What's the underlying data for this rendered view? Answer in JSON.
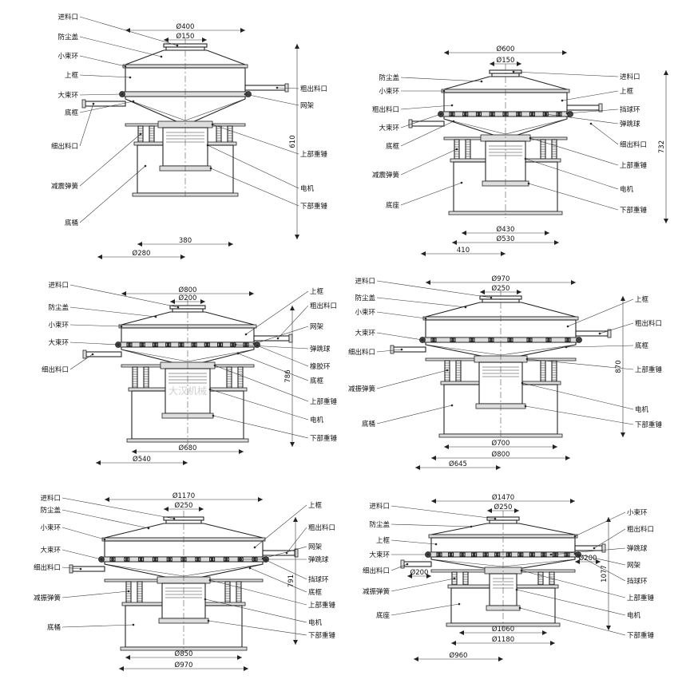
{
  "diagrams": [
    {
      "id": "d1",
      "dims": {
        "top": "Ø400",
        "inlet": "Ø150",
        "height": "610",
        "base": "380",
        "outer": "Ø280"
      },
      "labels": [
        {
          "key": "inlet",
          "text": "进料口"
        },
        {
          "key": "cover",
          "text": "防尘盖"
        },
        {
          "key": "small_ring",
          "text": "小束环"
        },
        {
          "key": "upper_frame",
          "text": "上框"
        },
        {
          "key": "big_ring",
          "text": "大束环"
        },
        {
          "key": "bottom_frame",
          "text": "底框"
        },
        {
          "key": "fine_outlet",
          "text": "细出料口"
        },
        {
          "key": "spring",
          "text": "减震弹簧"
        },
        {
          "key": "base",
          "text": "底桶"
        },
        {
          "key": "coarse_outlet",
          "text": "粗出料口"
        },
        {
          "key": "screen_frame",
          "text": "网架"
        },
        {
          "key": "upper_weight",
          "text": "上部重锤"
        },
        {
          "key": "motor",
          "text": "电机"
        },
        {
          "key": "lower_weight",
          "text": "下部重锤"
        }
      ]
    },
    {
      "id": "d2",
      "dims": {
        "top": "Ø600",
        "inlet": "Ø150",
        "height": "732",
        "base_inner": "Ø430",
        "base_outer": "Ø530",
        "outer": "410"
      },
      "labels": [
        {
          "key": "cover",
          "text": "防尘盖"
        },
        {
          "key": "small_ring",
          "text": "小束环"
        },
        {
          "key": "coarse_outlet",
          "text": "粗出料口"
        },
        {
          "key": "big_ring",
          "text": "大束环"
        },
        {
          "key": "bottom_frame",
          "text": "底框"
        },
        {
          "key": "spring",
          "text": "减震弹簧"
        },
        {
          "key": "base",
          "text": "底座"
        },
        {
          "key": "inlet",
          "text": "进料口"
        },
        {
          "key": "upper_frame",
          "text": "上框"
        },
        {
          "key": "ball_ring",
          "text": "挡球环"
        },
        {
          "key": "bounce_ball",
          "text": "弹跳球"
        },
        {
          "key": "fine_outlet",
          "text": "细出料口"
        },
        {
          "key": "upper_weight",
          "text": "上部重锤"
        },
        {
          "key": "motor",
          "text": "电机"
        },
        {
          "key": "lower_weight",
          "text": "下部重锤"
        }
      ]
    },
    {
      "id": "d3",
      "dims": {
        "top": "Ø800",
        "inlet": "Ø200",
        "height": "786",
        "base": "Ø680",
        "outer": "Ø540"
      },
      "watermark": "大汉机械",
      "labels": [
        {
          "key": "inlet",
          "text": "进料口"
        },
        {
          "key": "cover",
          "text": "防尘盖"
        },
        {
          "key": "small_ring",
          "text": "小束环"
        },
        {
          "key": "big_ring",
          "text": "大束环"
        },
        {
          "key": "fine_outlet",
          "text": "细出料口"
        },
        {
          "key": "upper_frame",
          "text": "上框"
        },
        {
          "key": "coarse_outlet",
          "text": "粗出料口"
        },
        {
          "key": "screen_frame",
          "text": "网架"
        },
        {
          "key": "bounce_ball",
          "text": "弹跳球"
        },
        {
          "key": "rubber_ring",
          "text": "橡胶环"
        },
        {
          "key": "bottom_frame",
          "text": "底框"
        },
        {
          "key": "upper_weight",
          "text": "上部重锤"
        },
        {
          "key": "motor",
          "text": "电机"
        },
        {
          "key": "lower_weight",
          "text": "下部重锤"
        }
      ]
    },
    {
      "id": "d4",
      "dims": {
        "top": "Ø970",
        "inlet": "Ø250",
        "height": "870",
        "base_inner": "Ø700",
        "base_outer": "Ø800",
        "outer": "Ø645"
      },
      "labels": [
        {
          "key": "inlet",
          "text": "进料口"
        },
        {
          "key": "cover",
          "text": "防尘盖"
        },
        {
          "key": "small_ring",
          "text": "小束环"
        },
        {
          "key": "big_ring",
          "text": "大束环"
        },
        {
          "key": "fine_outlet",
          "text": "细出料口"
        },
        {
          "key": "spring",
          "text": "减振弹簧"
        },
        {
          "key": "base",
          "text": "底桶"
        },
        {
          "key": "upper_frame",
          "text": "上框"
        },
        {
          "key": "coarse_outlet",
          "text": "粗出料口"
        },
        {
          "key": "bottom_frame",
          "text": "底框"
        },
        {
          "key": "upper_weight",
          "text": "上部重锤"
        },
        {
          "key": "motor",
          "text": "电机"
        },
        {
          "key": "lower_weight",
          "text": "下部重锤"
        }
      ]
    },
    {
      "id": "d5",
      "dims": {
        "top": "Ø1170",
        "inlet": "Ø250",
        "height": "791",
        "base_inner": "Ø850",
        "base_outer": "Ø970"
      },
      "labels": [
        {
          "key": "inlet",
          "text": "进料口"
        },
        {
          "key": "cover",
          "text": "防尘盖"
        },
        {
          "key": "small_ring",
          "text": "小束环"
        },
        {
          "key": "big_ring",
          "text": "大束环"
        },
        {
          "key": "fine_outlet",
          "text": "细出料口"
        },
        {
          "key": "spring",
          "text": "减振弹簧"
        },
        {
          "key": "base",
          "text": "底桶"
        },
        {
          "key": "upper_frame",
          "text": "上框"
        },
        {
          "key": "coarse_outlet",
          "text": "粗出料口"
        },
        {
          "key": "screen_frame",
          "text": "网架"
        },
        {
          "key": "bounce_ball",
          "text": "弹跳球"
        },
        {
          "key": "ball_ring",
          "text": "挡球环"
        },
        {
          "key": "bottom_frame",
          "text": "底框"
        },
        {
          "key": "upper_weight",
          "text": "上部重锤"
        },
        {
          "key": "motor",
          "text": "电机"
        },
        {
          "key": "lower_weight",
          "text": "下部重锤"
        }
      ]
    },
    {
      "id": "d6",
      "dims": {
        "top": "Ø1470",
        "inlet": "Ø250",
        "height": "1077",
        "side": "Ø200",
        "side_r": "Ø200",
        "base_inner": "Ø1060",
        "base_outer": "Ø1180",
        "outer": "Ø960"
      },
      "labels": [
        {
          "key": "inlet",
          "text": "进料口"
        },
        {
          "key": "cover",
          "text": "防尘盖"
        },
        {
          "key": "upper_frame",
          "text": "上框"
        },
        {
          "key": "big_ring",
          "text": "大束环"
        },
        {
          "key": "fine_outlet",
          "text": "细出料口"
        },
        {
          "key": "spring",
          "text": "减振弹簧"
        },
        {
          "key": "base",
          "text": "底座"
        },
        {
          "key": "small_ring",
          "text": "小束环"
        },
        {
          "key": "coarse_outlet",
          "text": "粗出料口"
        },
        {
          "key": "bounce_ball",
          "text": "弹跳球"
        },
        {
          "key": "screen_frame",
          "text": "网架"
        },
        {
          "key": "ball_ring",
          "text": "挡球环"
        },
        {
          "key": "upper_weight",
          "text": "上部重锤"
        },
        {
          "key": "motor",
          "text": "电机"
        },
        {
          "key": "lower_weight",
          "text": "下部重锤"
        }
      ]
    }
  ]
}
